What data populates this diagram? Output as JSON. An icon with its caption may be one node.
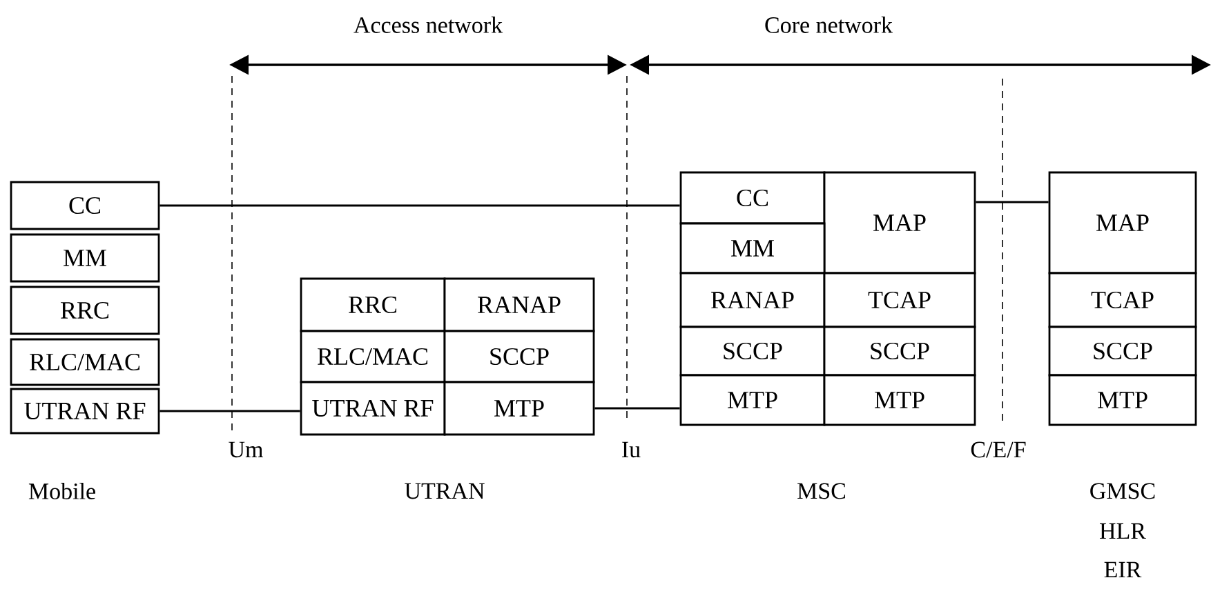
{
  "diagram": {
    "nodes": [
      {
        "text": [
          "CC"
        ]
      },
      {
        "text": [
          "MM"
        ]
      },
      {
        "text": [
          "RRC"
        ]
      },
      {
        "text": [
          "RLC/MAC"
        ]
      },
      {
        "text": [
          "UTRAN RF"
        ]
      },
      {
        "text": [
          "RRC"
        ]
      },
      {
        "text": [
          "RANAP"
        ]
      },
      {
        "text": [
          "RLC/MAC"
        ]
      },
      {
        "text": [
          "SCCP"
        ]
      },
      {
        "text": [
          "UTRAN RF"
        ]
      },
      {
        "text": [
          "MTP"
        ]
      },
      {
        "text": [
          "CC"
        ]
      },
      {
        "text": [
          "MAP"
        ]
      },
      {
        "text": [
          "MM"
        ]
      },
      {
        "text": [
          "RANAP"
        ]
      },
      {
        "text": [
          "TCAP"
        ]
      },
      {
        "text": [
          "SCCP"
        ]
      },
      {
        "text": [
          "SCCP"
        ]
      },
      {
        "text": [
          "MTP"
        ]
      },
      {
        "text": [
          "MTP"
        ]
      },
      {
        "text": [
          "MAP"
        ]
      },
      {
        "text": [
          "TCAP"
        ]
      },
      {
        "text": [
          "SCCP"
        ]
      },
      {
        "text": [
          "MTP"
        ]
      }
    ],
    "edges": [
      {
        "from": 0,
        "to": 11,
        "arrow": "none"
      },
      {
        "from": 4,
        "to": 9,
        "arrow": "none"
      },
      {
        "from": 10,
        "to": 18,
        "arrow": "none"
      },
      {
        "from": 12,
        "to": 20,
        "arrow": "none"
      }
    ],
    "labels": [
      "Access network",
      "Core network",
      "Um",
      "Iu",
      "C/E/F",
      "Mobile",
      "UTRAN",
      "MSC",
      "GMSC",
      "HLR",
      "EIR"
    ]
  }
}
